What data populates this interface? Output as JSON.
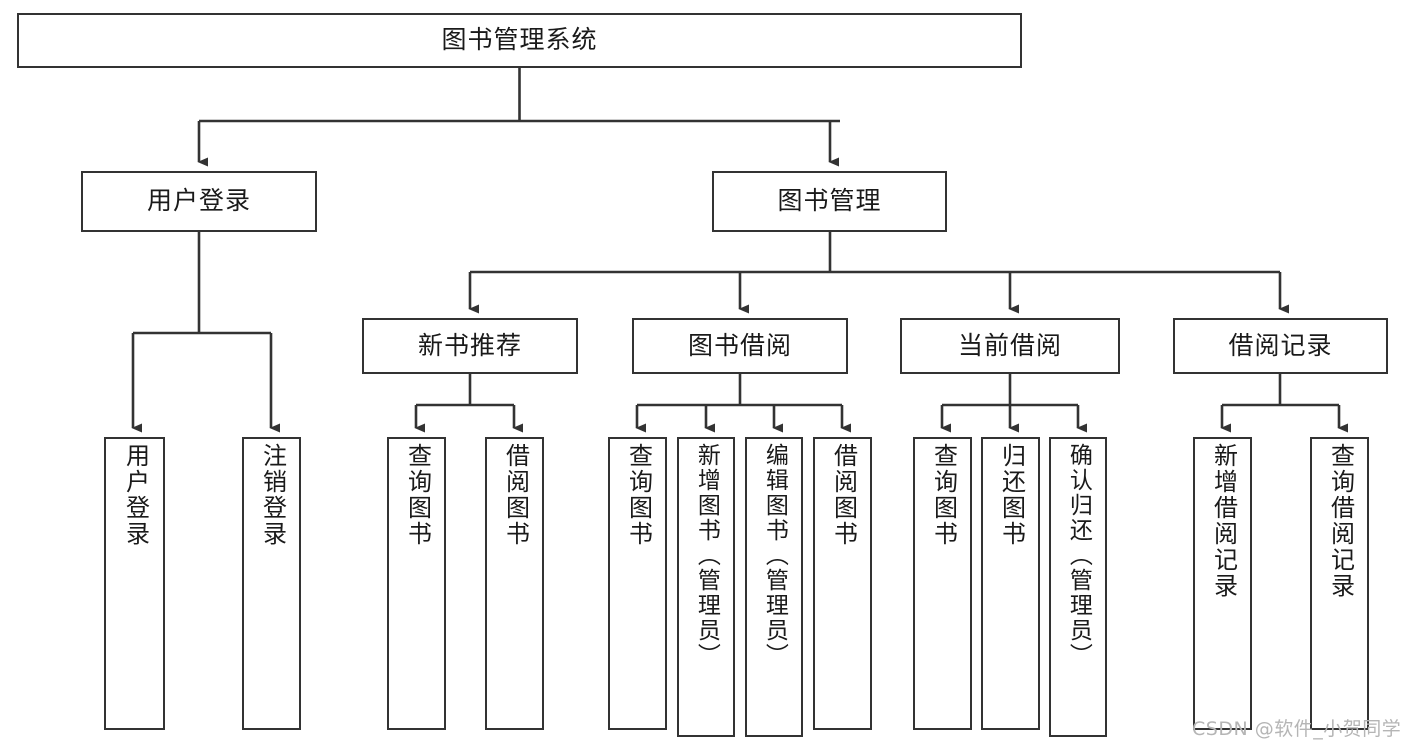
{
  "diagram": {
    "type": "tree-hierarchy",
    "title": "图书管理系统",
    "watermark": "CSDN @软件_小贺同学",
    "colors": {
      "stroke": "#333333",
      "fill": "#ffffff",
      "text": "#1a1a1a",
      "watermark": "#b5b5b5"
    },
    "levels": {
      "root": {
        "label": "图书管理系统"
      },
      "level2": [
        {
          "label": "用户登录"
        },
        {
          "label": "图书管理"
        }
      ],
      "level3": [
        {
          "label": "新书推荐"
        },
        {
          "label": "图书借阅"
        },
        {
          "label": "当前借阅"
        },
        {
          "label": "借阅记录"
        }
      ],
      "leaves": [
        {
          "label": "用户登录",
          "parent": "用户登录"
        },
        {
          "label": "注销登录",
          "parent": "用户登录"
        },
        {
          "label": "查询图书",
          "parent": "新书推荐"
        },
        {
          "label": "借阅图书",
          "parent": "新书推荐"
        },
        {
          "label": "查询图书",
          "parent": "图书借阅"
        },
        {
          "label": "新增图书（管理员）",
          "parent": "图书借阅"
        },
        {
          "label": "编辑图书（管理员）",
          "parent": "图书借阅"
        },
        {
          "label": "借阅图书",
          "parent": "图书借阅"
        },
        {
          "label": "查询图书",
          "parent": "当前借阅"
        },
        {
          "label": "归还图书",
          "parent": "当前借阅"
        },
        {
          "label": "确认归还（管理员）",
          "parent": "当前借阅"
        },
        {
          "label": "新增借阅记录",
          "parent": "借阅记录"
        },
        {
          "label": "查询借阅记录",
          "parent": "借阅记录"
        }
      ]
    }
  }
}
